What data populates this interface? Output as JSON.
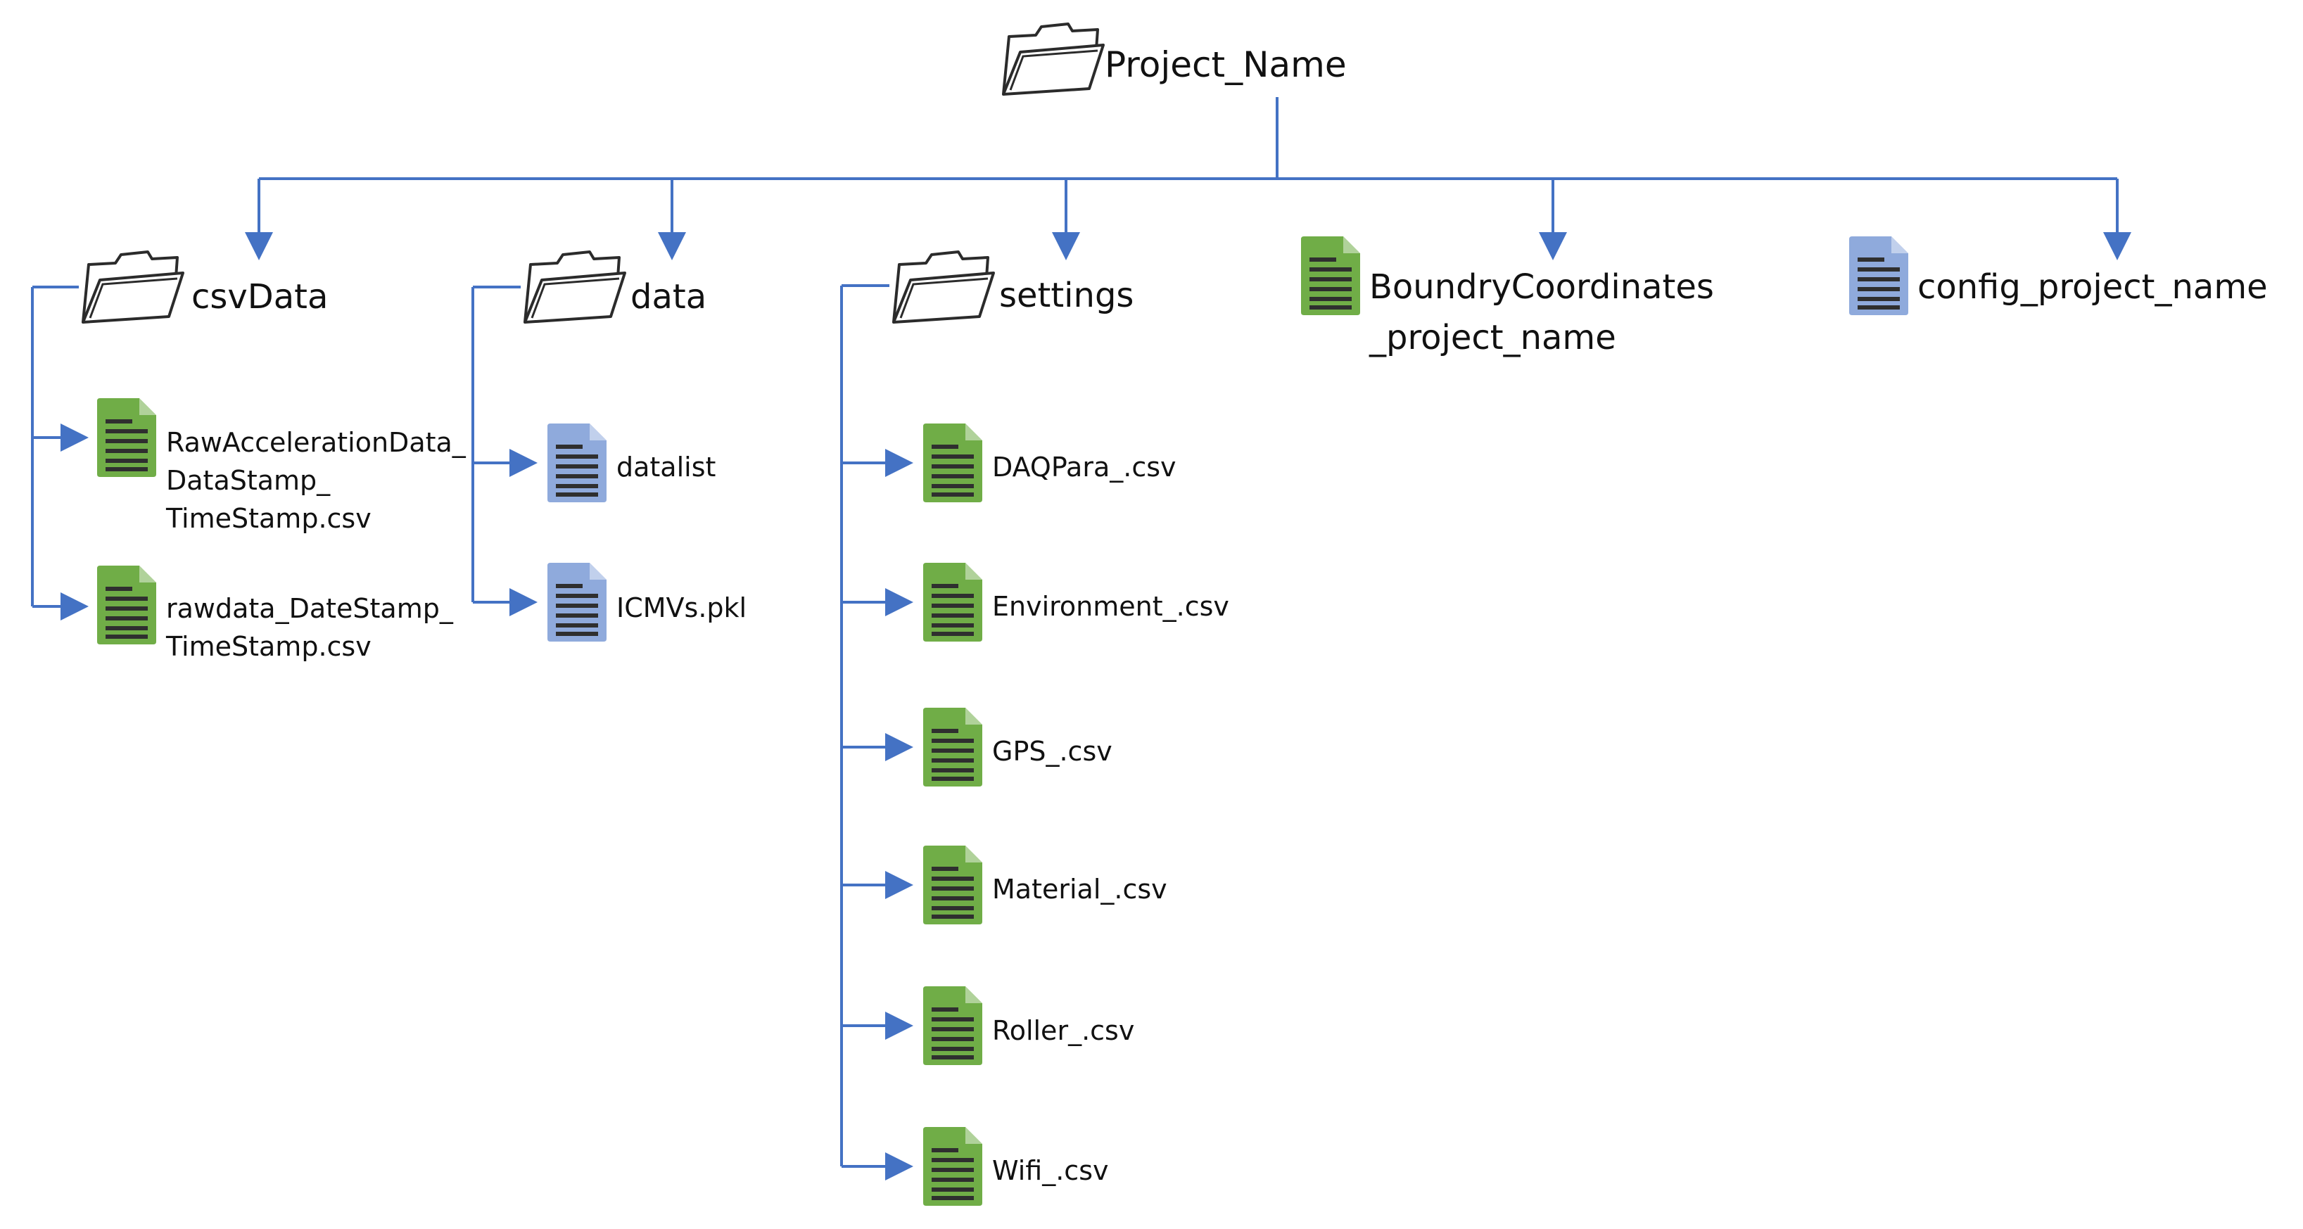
{
  "root": {
    "label": "Project_Name"
  },
  "folders": {
    "csvdata": {
      "label": "csvData",
      "files": [
        {
          "label": "RawAccelerationData_\nDataStamp_\nTimeStamp.csv",
          "color": "green"
        },
        {
          "label": "rawdata_DateStamp_\nTimeStamp.csv",
          "color": "green"
        }
      ]
    },
    "data": {
      "label": "data",
      "files": [
        {
          "label": "datalist",
          "color": "blue"
        },
        {
          "label": "ICMVs.pkl",
          "color": "blue"
        }
      ]
    },
    "settings": {
      "label": "settings",
      "files": [
        {
          "label": "DAQPara_.csv",
          "color": "green"
        },
        {
          "label": "Environment_.csv",
          "color": "green"
        },
        {
          "label": "GPS_.csv",
          "color": "green"
        },
        {
          "label": "Material_.csv",
          "color": "green"
        },
        {
          "label": "Roller_.csv",
          "color": "green"
        },
        {
          "label": "Wifi_.csv",
          "color": "green"
        }
      ]
    }
  },
  "root_files": [
    {
      "label": "BoundryCoordinates\n_project_name",
      "color": "green"
    },
    {
      "label": "config_project_name",
      "color": "blue"
    }
  ],
  "colors": {
    "connector": "#4472C4",
    "green_file": "#70AD47",
    "blue_file": "#8FAADC",
    "file_lines": "#2F2F2F",
    "folder_stroke": "#2B2B2B"
  }
}
